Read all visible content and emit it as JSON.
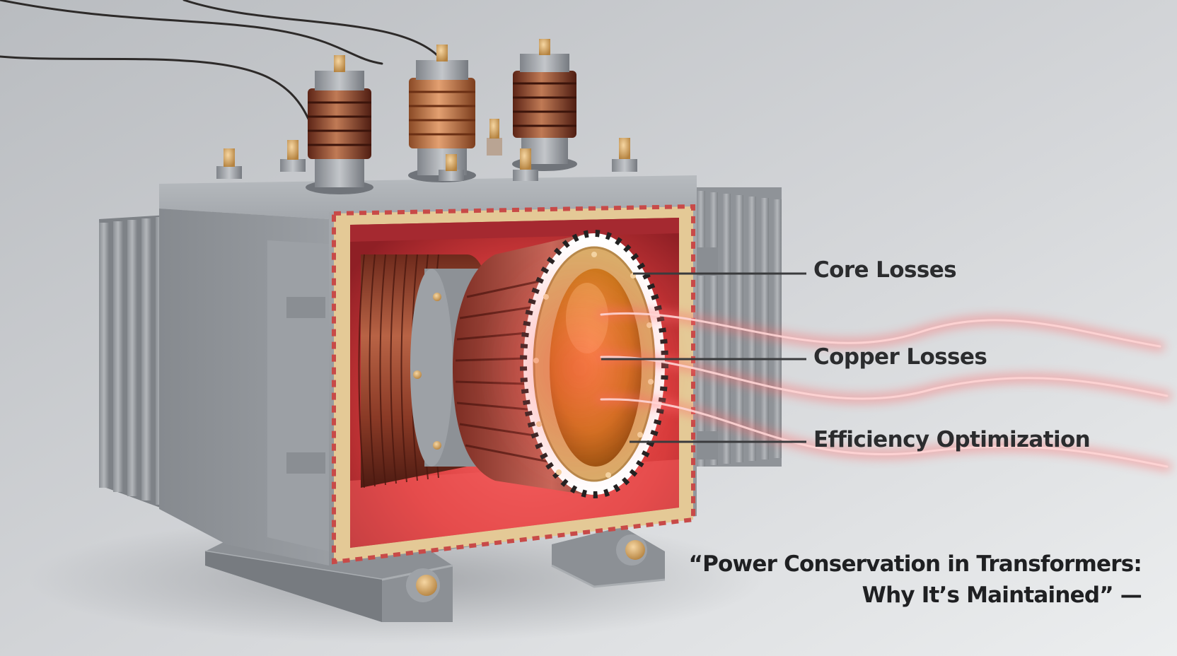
{
  "callouts": {
    "core_losses": "Core Losses",
    "copper_losses": "Copper Losses",
    "efficiency": "Efficiency Optimization"
  },
  "caption": {
    "line1": "“Power Conservation in Transformers:",
    "line2": "Why It’s Maintained” —"
  },
  "colors": {
    "background": "#d6d8db",
    "housing": "#9a9ea3",
    "copper": "#b5623e",
    "heat_glow": "#ff5a5a",
    "insulation": "#e9cf9c",
    "oil": "#c9811e",
    "text": "#2b2c2e"
  }
}
